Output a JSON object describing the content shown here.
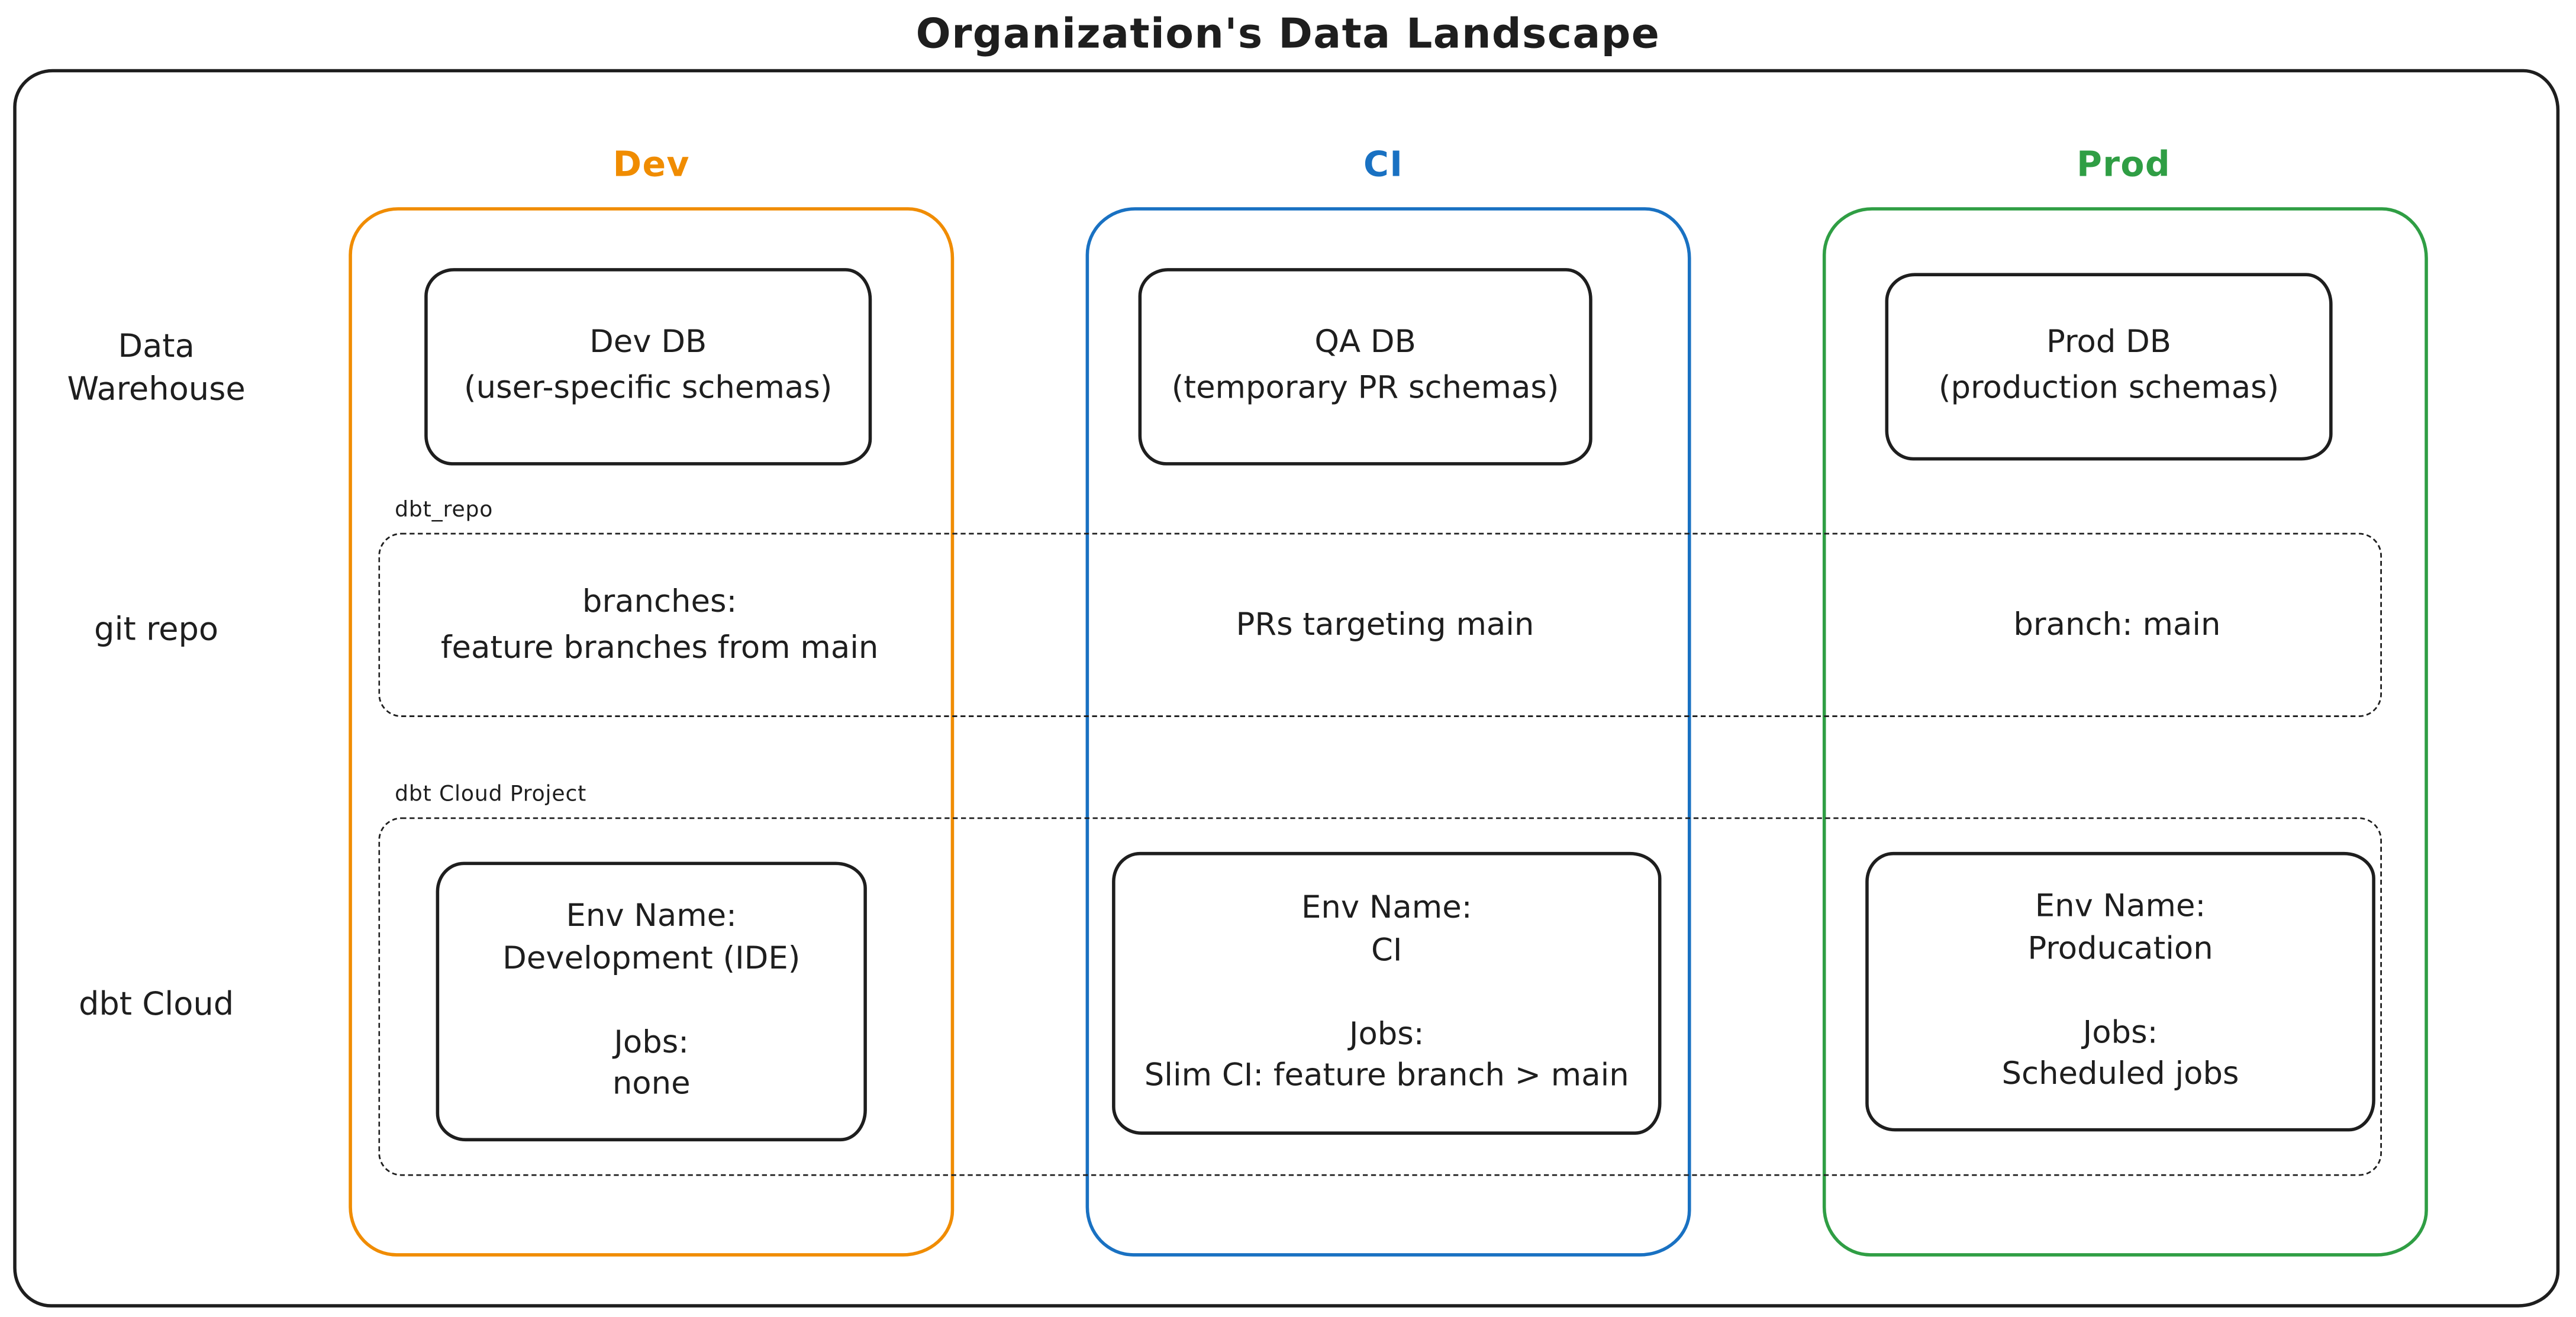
{
  "title": "Organization's Data Landscape",
  "colors": {
    "dev": "#f08c00",
    "ci": "#1971c2",
    "prod": "#2f9e44",
    "ink": "#1e1e1e"
  },
  "columns": [
    {
      "id": "dev",
      "label": "Dev"
    },
    {
      "id": "ci",
      "label": "CI"
    },
    {
      "id": "prod",
      "label": "Prod"
    }
  ],
  "row_labels": {
    "warehouse": "Data\nWarehouse",
    "git_repo": "git repo",
    "dbt_cloud": "dbt Cloud"
  },
  "warehouse": {
    "dev": "Dev DB\n(user-specific schemas)",
    "ci": "QA DB\n(temporary PR schemas)",
    "prod": "Prod DB\n(production schemas)"
  },
  "git_repo": {
    "container_label": "dbt_repo",
    "dev": "branches:\nfeature branches from main",
    "ci": "PRs targeting main",
    "prod": "branch: main"
  },
  "dbt_cloud": {
    "container_label": "dbt Cloud Project",
    "dev": "Env Name:\nDevelopment (IDE)\n\nJobs:\nnone",
    "ci": "Env Name:\nCI\n\nJobs:\nSlim CI: feature branch > main",
    "prod": "Env Name:\nProducation\n\nJobs:\nScheduled jobs"
  }
}
